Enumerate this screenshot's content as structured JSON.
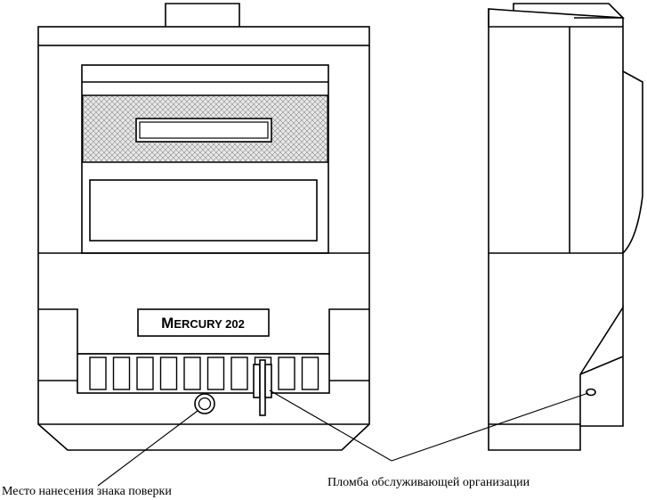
{
  "product_label": {
    "initial": "M",
    "rest": "ERCURY 202"
  },
  "callouts": {
    "verification_mark": "Место нанесения знака поверки",
    "service_seal": "Пломба обслуживающей организации"
  },
  "terminal_slot_count": 10
}
